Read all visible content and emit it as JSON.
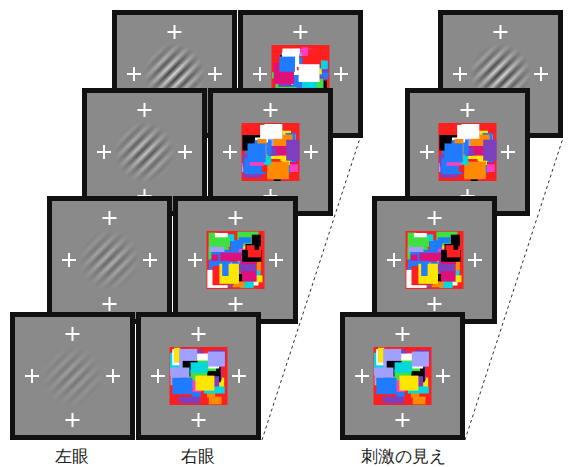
{
  "diagram": {
    "labels": [
      "左眼",
      "右眼",
      "刺激の見え"
    ]
  }
}
